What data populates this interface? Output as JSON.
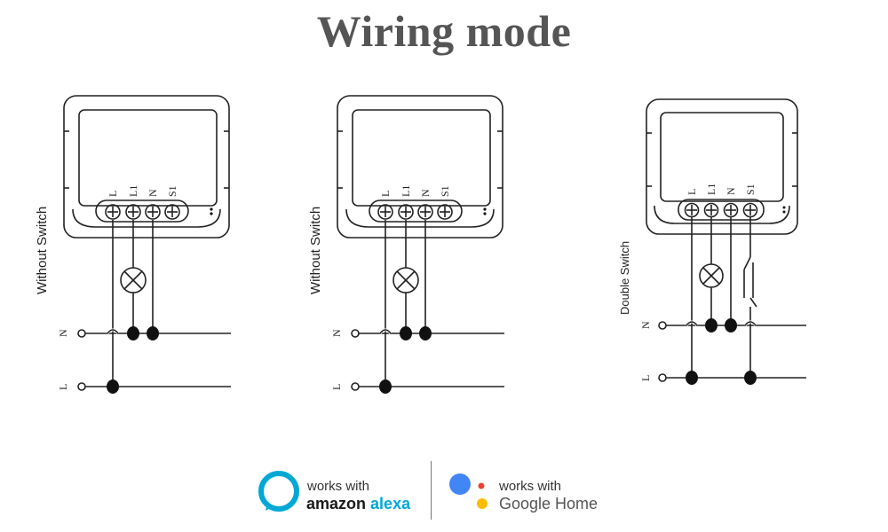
{
  "title": "Wiring mode",
  "diagrams": [
    {
      "side_label": "Without Switch",
      "terminals": [
        "L",
        "L1",
        "N",
        "S1"
      ],
      "lines": [
        "N",
        "L"
      ]
    },
    {
      "side_label": "Without Switch",
      "terminals": [
        "L",
        "L1",
        "N",
        "S1"
      ],
      "lines": [
        "N",
        "L"
      ]
    },
    {
      "side_label": "Double Switch",
      "terminals": [
        "L",
        "L1",
        "N",
        "S1"
      ],
      "lines": [
        "N",
        "L"
      ]
    }
  ],
  "badges": {
    "alexa": {
      "works_with": "works with",
      "brand_amazon": "amazon",
      "brand_alexa": "alexa",
      "icon": "alexa-ring-icon",
      "color": "#00a8d6"
    },
    "google": {
      "works_with": "works with",
      "brand": "Google Home",
      "icon": "google-assistant-dots-icon",
      "colors": [
        "#4285f4",
        "#ea4335",
        "#fbbc05",
        "#34a853"
      ]
    }
  }
}
